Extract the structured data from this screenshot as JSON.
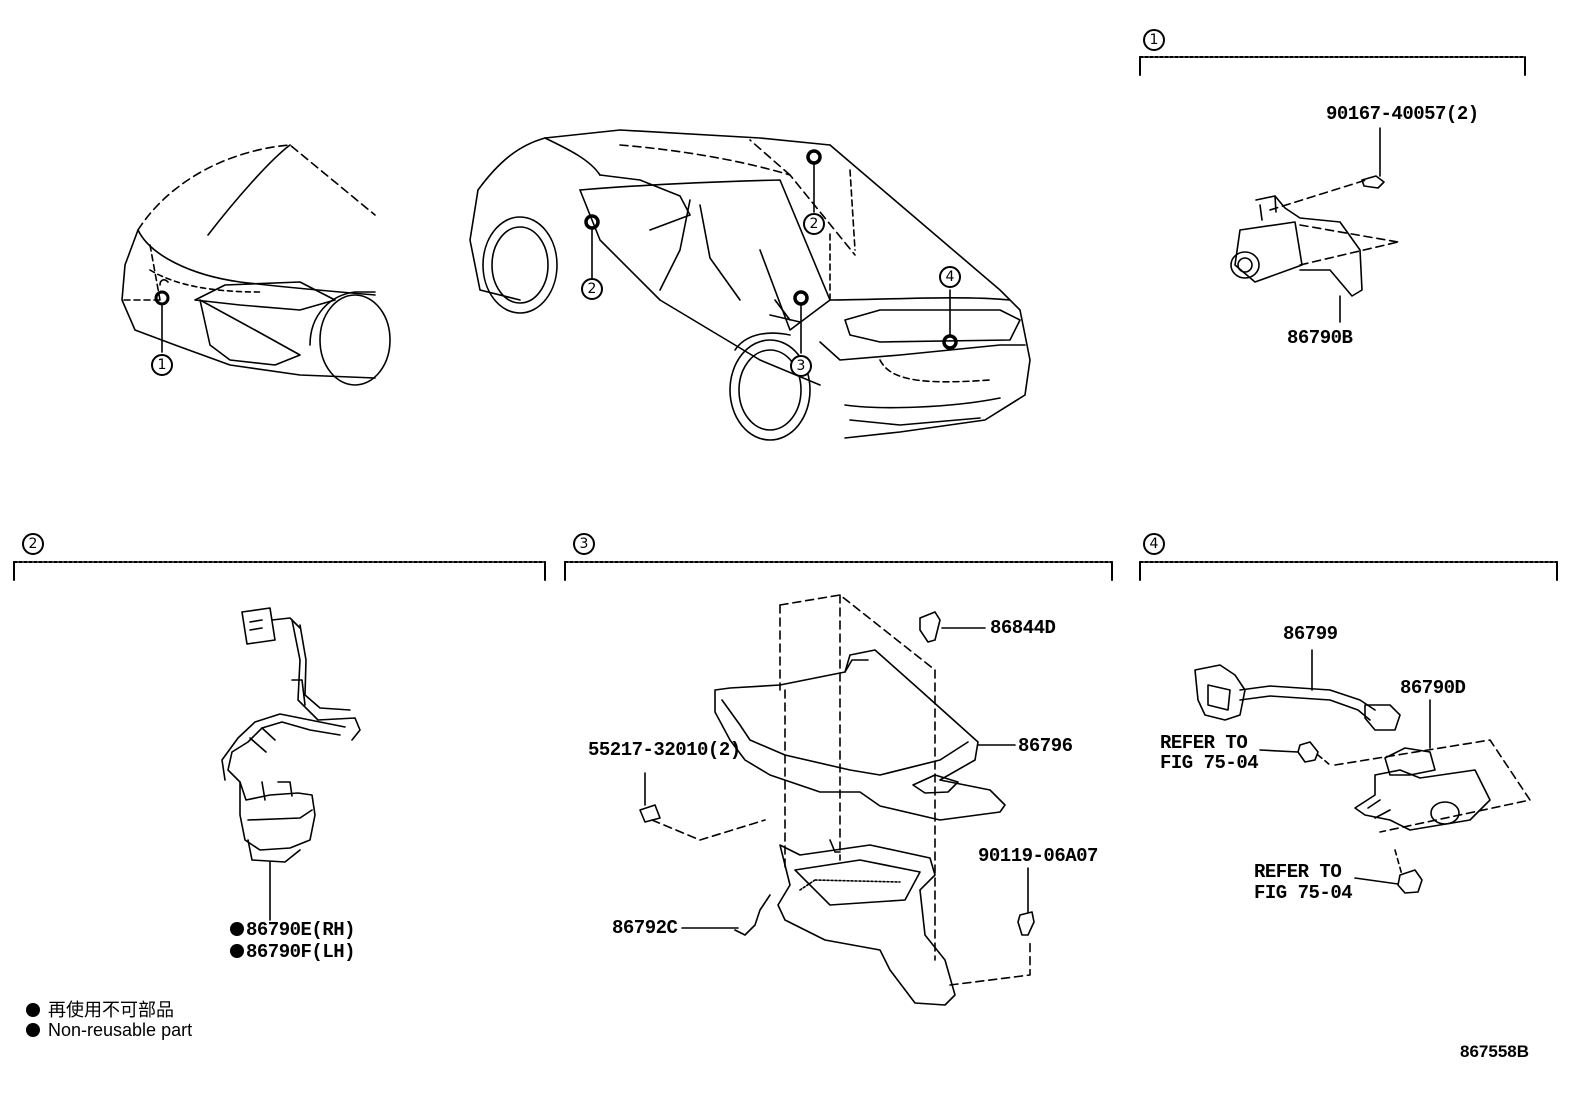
{
  "diagram_id": "867558B",
  "callouts": {
    "c1": "1",
    "c2": "2",
    "c3": "3",
    "c4": "4"
  },
  "sections": {
    "s1": {
      "marker": "1",
      "parts": {
        "bolt": "90167-40057(2)",
        "camera": "86790B"
      }
    },
    "s2": {
      "marker": "2",
      "parts": {
        "camera_rh": "86790E(RH)",
        "camera_lh": "86790F(LH)"
      }
    },
    "s3": {
      "marker": "3",
      "parts": {
        "clip": "86844D",
        "cover": "86796",
        "nut": "55217-32010(2)",
        "screw": "90119-06A07",
        "computer": "86792C"
      }
    },
    "s4": {
      "marker": "4",
      "parts": {
        "harness": "86799",
        "camera": "86790D",
        "refer1_a": "REFER TO",
        "refer1_b": "FIG 75-04",
        "refer2_a": "REFER TO",
        "refer2_b": "FIG 75-04"
      }
    }
  },
  "legend": {
    "jp": "再使用不可部品",
    "en": "Non-reusable part"
  }
}
